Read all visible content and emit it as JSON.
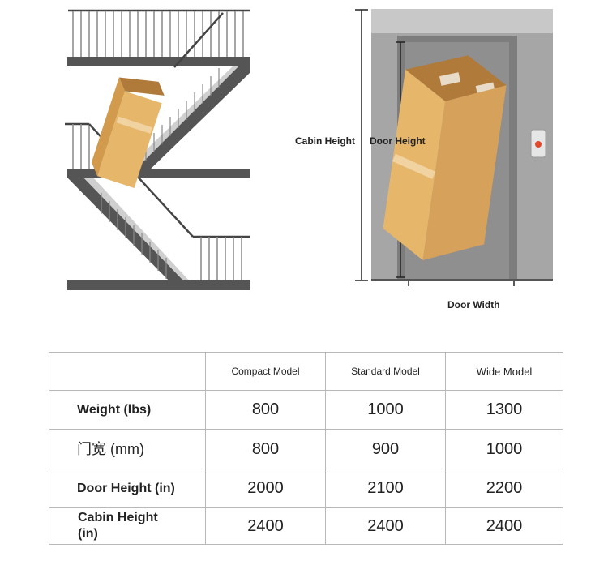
{
  "diagram": {
    "labels": {
      "cabin_height": "Cabin Height",
      "door_height": "Door Height",
      "door_width": "Door Width"
    },
    "colors": {
      "stair_structure": "#555555",
      "stair_railing": "#888888",
      "box_front": "#e6b66b",
      "box_side": "#d29a4c",
      "box_top": "#b07a3a",
      "elevator_frame": "#a6a6a6",
      "elevator_inner": "#8f8f8f",
      "call_button": "#e04a2c"
    }
  },
  "table": {
    "headers": [
      "",
      "Compact Model",
      "Standard Model",
      "Wide Model"
    ],
    "rows": [
      {
        "label": "Weight (lbs)",
        "values": [
          "800",
          "1000",
          "1300"
        ]
      },
      {
        "label": "门宽 (mm)",
        "values": [
          "800",
          "900",
          "1000"
        ]
      },
      {
        "label": "Door Height (in)",
        "values": [
          "2000",
          "2100",
          "2200"
        ]
      },
      {
        "label": "Cabin Height (in)",
        "values": [
          "2400",
          "2400",
          "2400"
        ]
      }
    ]
  }
}
